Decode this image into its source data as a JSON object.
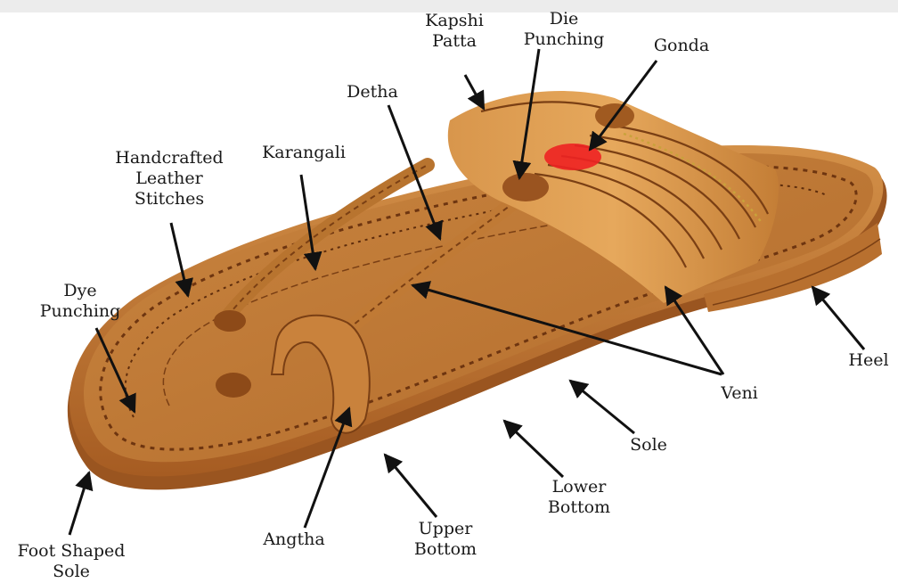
{
  "labels": {
    "kapshi_patta": [
      "Kapshi",
      "Patta"
    ],
    "die_punching": [
      "Die",
      "Punching"
    ],
    "gonda": [
      "Gonda"
    ],
    "detha": [
      "Detha"
    ],
    "karangali": [
      "Karangali"
    ],
    "handcrafted": [
      "Handcrafted",
      "Leather",
      "Stitches"
    ],
    "dye_punching": [
      "Dye",
      "Punching"
    ],
    "heel": [
      "Heel"
    ],
    "veni": [
      "Veni"
    ],
    "sole": [
      "Sole"
    ],
    "lower_bottom": [
      "Lower",
      "Bottom"
    ],
    "upper_bottom": [
      "Upper",
      "Bottom"
    ],
    "angtha": [
      "Angtha"
    ],
    "foot_shaped_sole": [
      "Foot Shaped",
      "Sole"
    ]
  },
  "colors": {
    "leather_light": "#d9934a",
    "leather_mid": "#b96a2a",
    "leather_dark": "#7a3f14",
    "gonda_marker": "#ee2222",
    "arrow": "#111111"
  }
}
